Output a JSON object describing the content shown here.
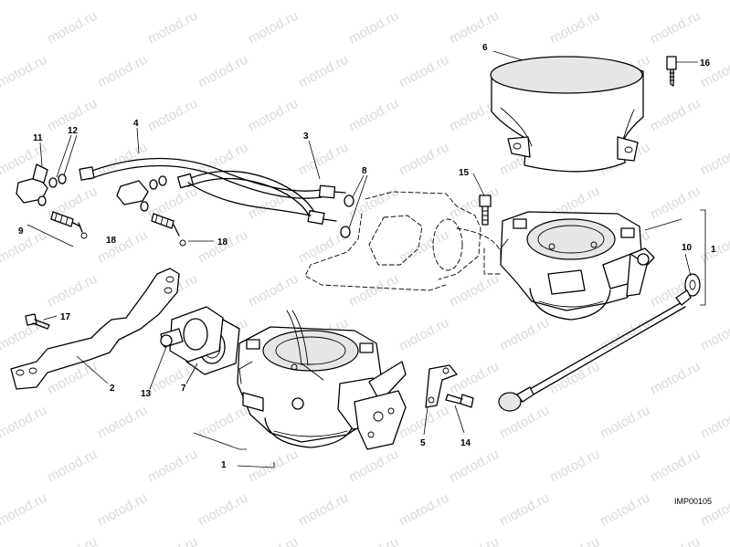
{
  "watermark": "motod.ru",
  "drawing_code": "IMP00105",
  "callouts": {
    "c1a": "1",
    "c1b": "1",
    "c2": "2",
    "c3": "3",
    "c4": "4",
    "c5": "5",
    "c6": "6",
    "c7": "7",
    "c8": "8",
    "c9": "9",
    "c10": "10",
    "c11": "11",
    "c12": "12",
    "c13": "13",
    "c14": "14",
    "c15": "15",
    "c16": "16",
    "c17": "17",
    "c18a": "18",
    "c18b": "18"
  }
}
